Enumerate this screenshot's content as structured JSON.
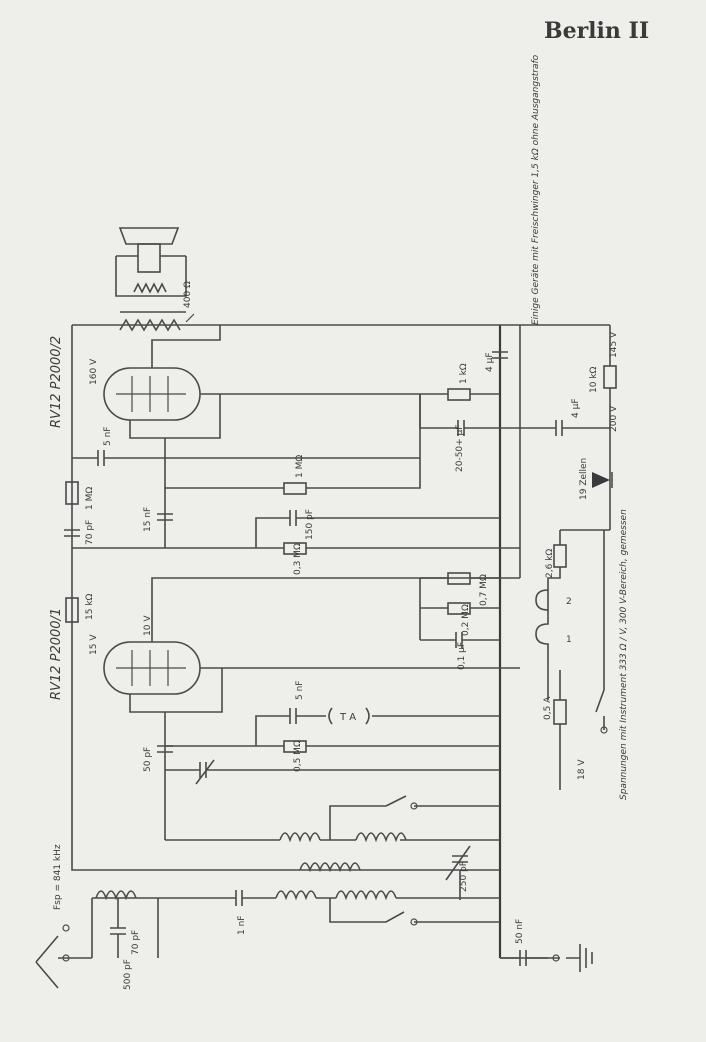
{
  "title": "Berlin II",
  "tubes": {
    "output_tube": "RV12 P2000/2",
    "input_tube": "RV12 P2000/1"
  },
  "voltages": {
    "v160": "160 V",
    "v145": "145 V",
    "v200": "200 V",
    "v15": "15 V",
    "v10": "10 V",
    "v18": "18 V"
  },
  "components": {
    "r_400": "400 Ω",
    "r_1k": "1 kΩ",
    "r_10k": "10 kΩ",
    "r_1m_top": "1 MΩ",
    "r_1m_mid": "1 MΩ",
    "r_03": "0,3 MΩ",
    "r_15k": "15 kΩ",
    "r_07": "0,7 MΩ",
    "r_02": "0,2 MΩ",
    "r_26k": "2,6 kΩ",
    "r_05": "0,5 MΩ",
    "fuse": "0,5 A",
    "c_5nf_top": "5 nF",
    "c_15nf": "15 nF",
    "c_70pf": "70 pF",
    "c_150pf": "150 pF",
    "c_4uf_top": "4 µF",
    "c_4uf_mid": "4 µF",
    "c_2050": "20-50+ µF",
    "c_01": "0,1 µF",
    "c_5nf_bot": "5 nF",
    "c_50pf": "50 pF",
    "c_1nf": "1 nF",
    "c_70pf_ant": "70 pF",
    "c_500pf": "500 pF",
    "c_250pf": "250 pF",
    "c_50nf": "50 nF",
    "pickup": "T A",
    "cells": "19 Zellen",
    "heater_1": "1",
    "heater_2": "2"
  },
  "notes": {
    "fsp": "Fsp = 841 kHz",
    "some_sets": "Einige Geräte mit Freischwinger 1,5 kΩ ohne Ausgangstrafo",
    "measurement": "Spannungen mit Instrument 333 Ω / V, 300 V-Bereich, gemessen"
  }
}
